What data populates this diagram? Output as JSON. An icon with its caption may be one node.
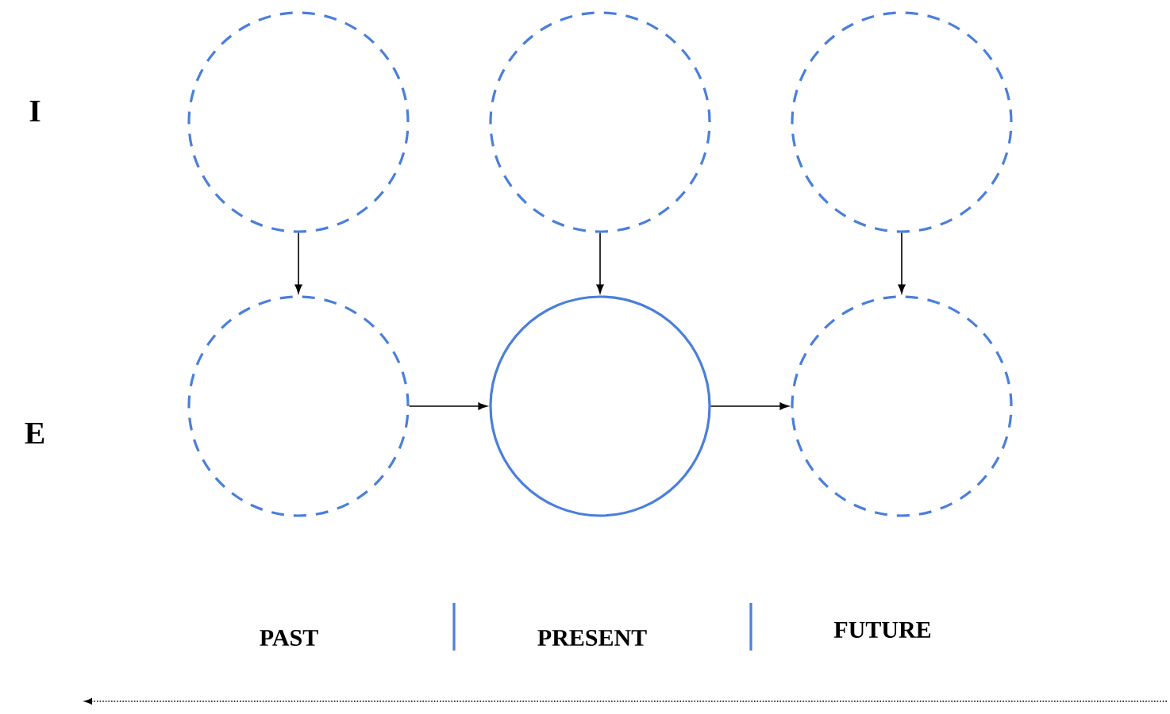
{
  "diagram": {
    "nodes": [
      {
        "text": [],
        "shape": "circle"
      },
      {
        "text": [],
        "shape": "circle"
      },
      {
        "text": [],
        "shape": "circle"
      },
      {
        "text": [],
        "shape": "circle"
      },
      {
        "text": [],
        "shape": "circle"
      },
      {
        "text": [],
        "shape": "circle"
      }
    ],
    "edges": [
      {
        "from": 0,
        "to": 3,
        "arrow": "to"
      },
      {
        "from": 1,
        "to": 4,
        "arrow": "to"
      },
      {
        "from": 2,
        "to": 5,
        "arrow": "to"
      },
      {
        "from": 3,
        "to": 4,
        "arrow": "to"
      },
      {
        "from": 4,
        "to": 5,
        "arrow": "to"
      }
    ],
    "labels": [
      "I",
      "E",
      "PAST",
      "PRESENT",
      "FUTURE"
    ]
  }
}
